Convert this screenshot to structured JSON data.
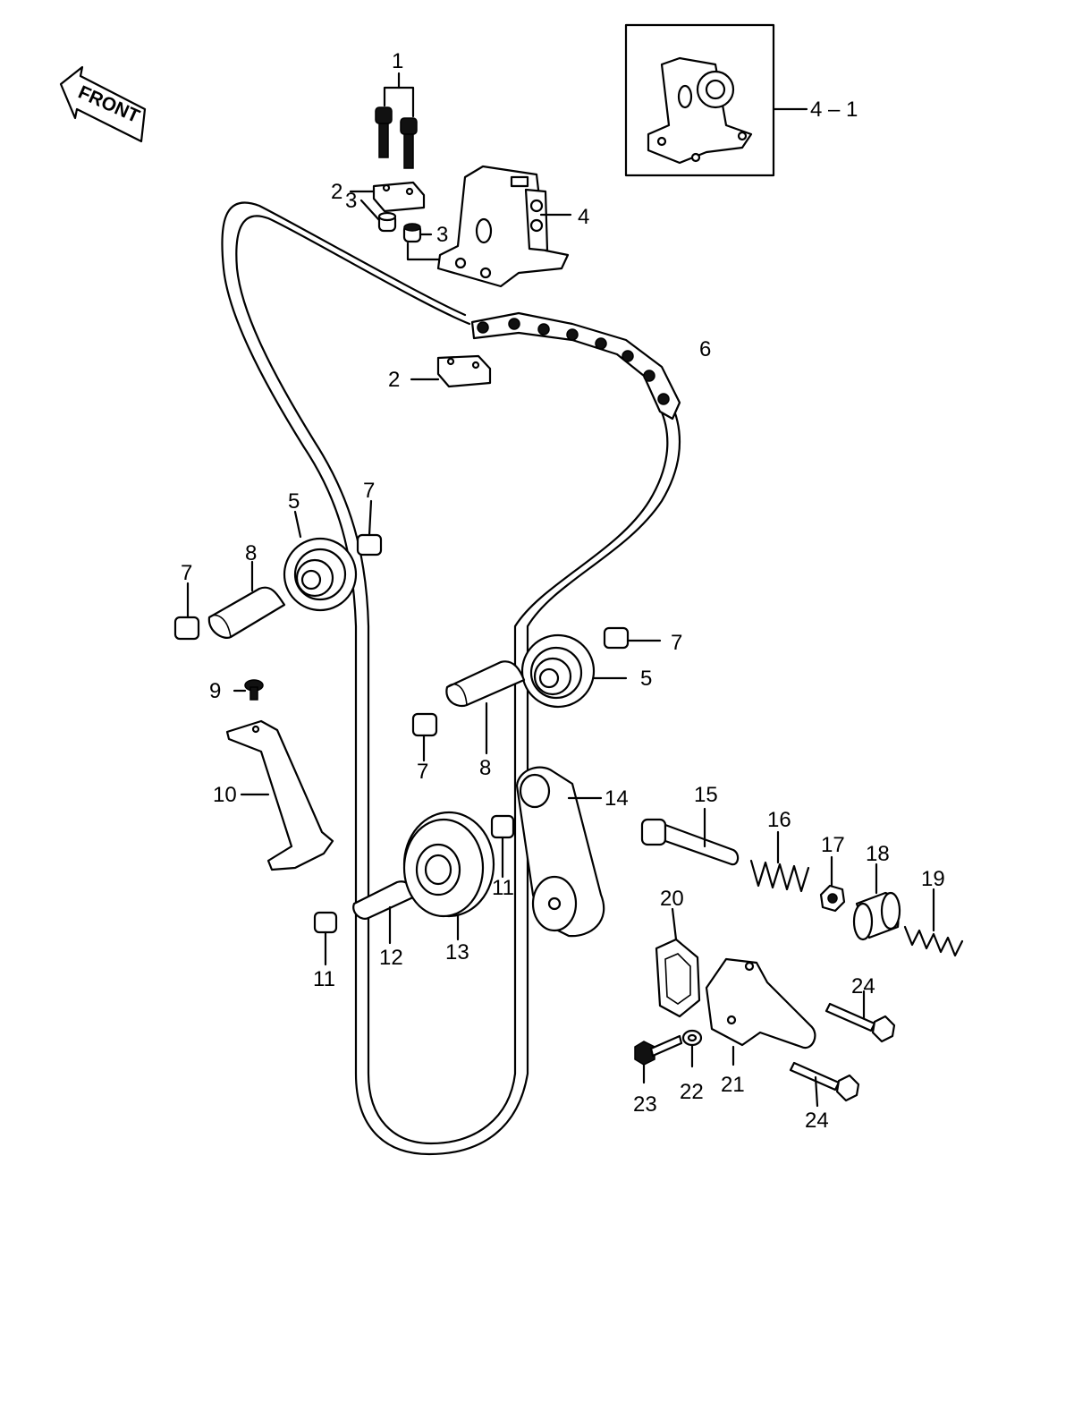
{
  "front_arrow": {
    "text": "FRONT"
  },
  "callouts": {
    "c1": "1",
    "c2a": "2",
    "c2b": "2",
    "c3a": "3",
    "c3b": "3",
    "c4": "4",
    "c4_1": "4 – 1",
    "c5a": "5",
    "c5b": "5",
    "c6": "6",
    "c7a": "7",
    "c7b": "7",
    "c7c": "7",
    "c7d": "7",
    "c8a": "8",
    "c8b": "8",
    "c9": "9",
    "c10": "10",
    "c11a": "11",
    "c11b": "11",
    "c12": "12",
    "c13": "13",
    "c14": "14",
    "c15": "15",
    "c16": "16",
    "c17": "17",
    "c18": "18",
    "c19": "19",
    "c20": "20",
    "c21": "21",
    "c22": "22",
    "c23": "23",
    "c24a": "24",
    "c24b": "24"
  }
}
